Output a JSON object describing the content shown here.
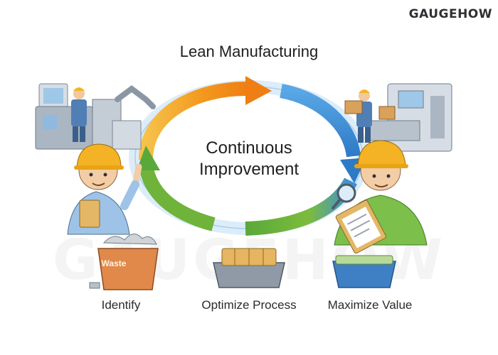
{
  "brand": {
    "logo_text": "GAUGEHOW"
  },
  "title": "Lean Manufacturing",
  "cycle": {
    "center_line1": "Continuous",
    "center_line2": "Improvement",
    "arrow_colors": {
      "top": "#f5a623",
      "top_end": "#2f7fd0",
      "bottom": "#7dbb3c",
      "bottom_end": "#2f8fd6",
      "outline": "#9cc7ea"
    }
  },
  "steps": [
    {
      "label": "Identify",
      "bin_text": "Waste",
      "icon": "waste-bin-icon"
    },
    {
      "label": "Optimize Process",
      "icon": "organized-tray-icon"
    },
    {
      "label": "Maximize Value",
      "icon": "storage-bin-icon"
    }
  ],
  "illustrations": [
    {
      "icon": "factory-worker-control-panel-icon"
    },
    {
      "icon": "worker-carrying-box-icon"
    },
    {
      "icon": "worker-pointing-icon"
    },
    {
      "icon": "worker-inspecting-clipboard-icon"
    }
  ]
}
